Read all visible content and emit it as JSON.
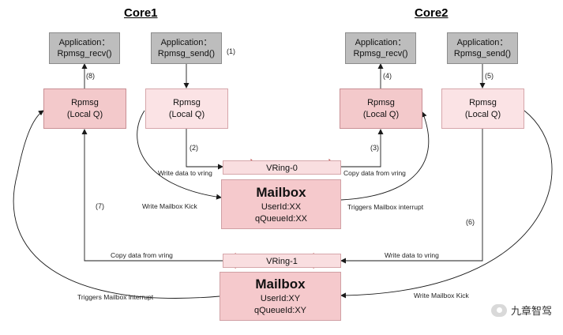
{
  "cores": [
    "Core1",
    "Core2"
  ],
  "core1": {
    "app_recv": [
      "Application：",
      "Rpmsg_recv()"
    ],
    "app_send": [
      "Application：",
      "Rpmsg_send()"
    ],
    "rpmsg_left": [
      "Rpmsg",
      "(Local Q)"
    ],
    "rpmsg_right": [
      "Rpmsg",
      "(Local Q)"
    ]
  },
  "core2": {
    "app_recv": [
      "Application：",
      "Rpmsg_recv()"
    ],
    "app_send": [
      "Application：",
      "Rpmsg_send()"
    ],
    "rpmsg_left": [
      "Rpmsg",
      "(Local Q)"
    ],
    "rpmsg_right": [
      "Rpmsg",
      "(Local Q)"
    ]
  },
  "vring0": "VRing-0",
  "vring1": "VRing-1",
  "mailbox_top": {
    "title": "Mailbox",
    "user": "UserId:XX",
    "queue": "qQueueId:XX"
  },
  "mailbox_bottom": {
    "title": "Mailbox",
    "user": "UserId:XY",
    "queue": "qQueueId:XY"
  },
  "steps": [
    "(1)",
    "(2)",
    "(3)",
    "(4)",
    "(5)",
    "(6)",
    "(7)",
    "(8)"
  ],
  "labels": {
    "write_vring_top": "Write data to vring",
    "copy_vring_top": "Copy data from vring",
    "write_kick_top": "Write Mailbox Kick",
    "trigger_int_top": "Triggers Mailbox interrupt",
    "copy_vring_bottom": "Copy data from vring",
    "write_vring_bottom": "Write data to vring",
    "trigger_int_bottom": "Triggers Mailbox interrupt",
    "write_kick_bottom": "Write Mailbox Kick"
  },
  "watermark": "九章智驾",
  "colors": {
    "app_fill": "#bdbdbd",
    "rpmsg_dark": "#f3c9cb",
    "rpmsg_light": "#fbe3e5",
    "mailbox": "#f5c9cc",
    "arrow": "#1a1a1a"
  }
}
